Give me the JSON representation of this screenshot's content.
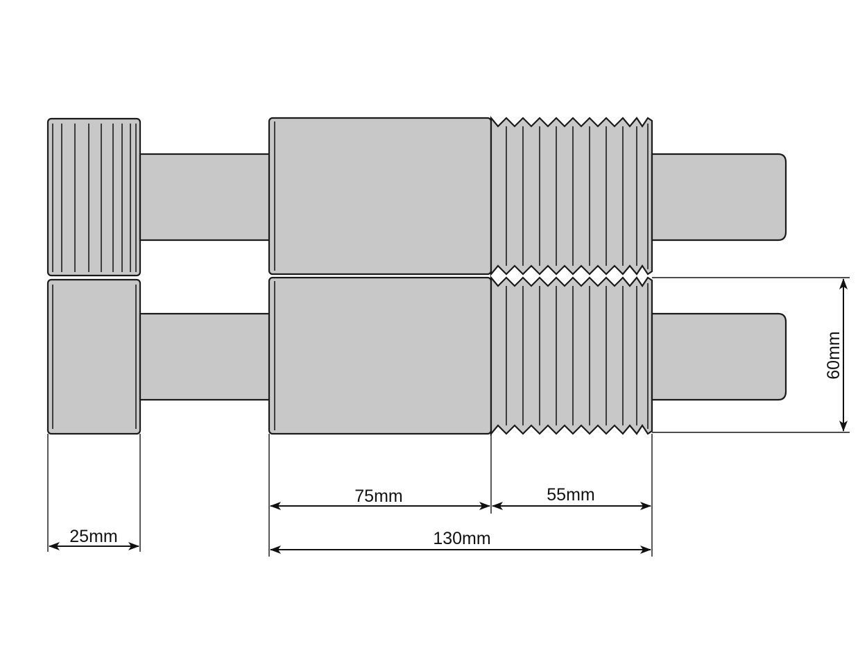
{
  "dimensions": {
    "head_width": "25mm",
    "body_length": "75mm",
    "thread_length": "55mm",
    "total_length": "130mm",
    "diameter": "60mm"
  },
  "colors": {
    "part_fill": "#c8c8c8",
    "outline": "#1a1a1a",
    "background": "#ffffff"
  }
}
